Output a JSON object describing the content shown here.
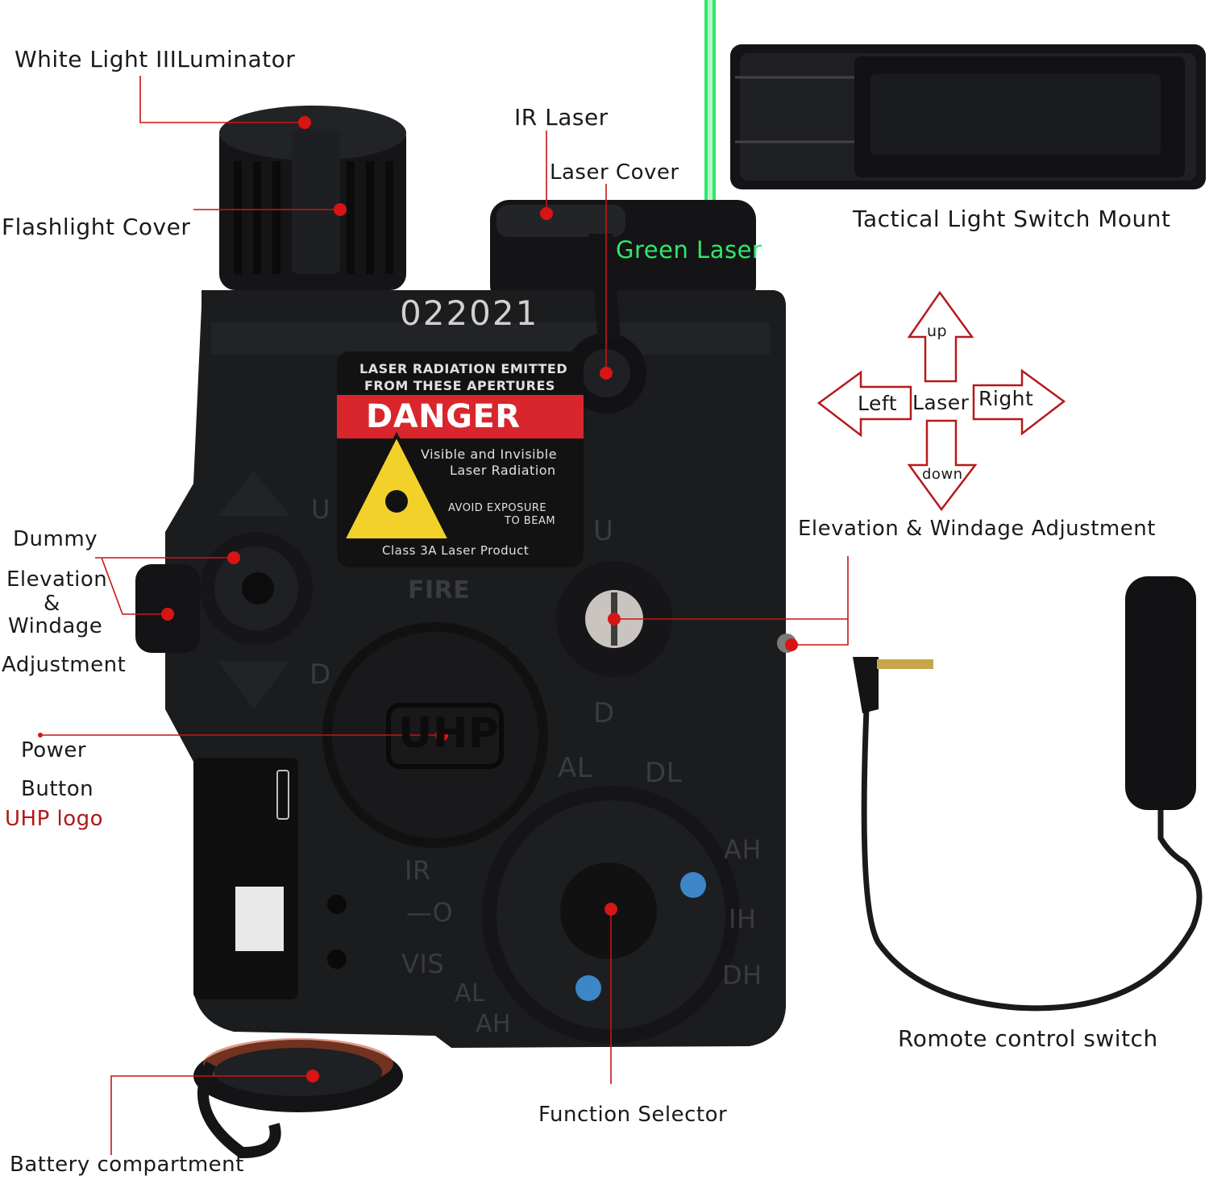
{
  "labels": {
    "white_light": "White Light IIILuminator",
    "flashlight_cover": "Flashlight Cover",
    "ir_laser": "IR Laser",
    "laser_cover": "Laser Cover",
    "green_laser": "Green Laser",
    "tactical_mount": "Tactical Light Switch Mount",
    "dummy": "Dummy",
    "elevation": "Elevation",
    "amp": "&",
    "windage": "Windage",
    "adjustment": "Adjustment",
    "power": "Power",
    "button": "Button",
    "uhp_logo": "UHP logo",
    "elev_windage_adj": "Elevation & Windage Adjustment",
    "remote_switch": "Romote control switch",
    "function_selector": "Function Selector",
    "battery": "Battery compartment"
  },
  "arrows": {
    "up": "up",
    "down": "down",
    "left": "Left",
    "right": "Right",
    "center": "Laser"
  },
  "device": {
    "serial": "022021",
    "warning_line1": "LASER RADIATION EMITTED",
    "warning_line2": "FROM THESE APERTURES",
    "danger": "DANGER",
    "visible_invisible_1": "Visible and Invisible",
    "visible_invisible_2": "Laser Radiation",
    "avoid_1": "AVOID EXPOSURE",
    "avoid_2": "TO BEAM",
    "class": "Class 3A Laser Product",
    "fire": "FIRE",
    "uhp": "UHP",
    "u_left": "U",
    "d_left": "D",
    "u_right": "U",
    "d_right": "D",
    "al_top": "AL",
    "dl": "DL",
    "ah_right": "AH",
    "ih": "IH",
    "dh": "DH",
    "ir": "IR",
    "o": "—O",
    "vis": "VIS",
    "al_bottom": "AL",
    "ah_bottom": "AH"
  },
  "colors": {
    "leader": "#c81414",
    "laser_beam": "#2ee86a",
    "arrow_outline": "#b51a1a",
    "device_body": "#1b1c1e",
    "danger_red": "#d8262c",
    "warning_yellow": "#f2d22a"
  }
}
